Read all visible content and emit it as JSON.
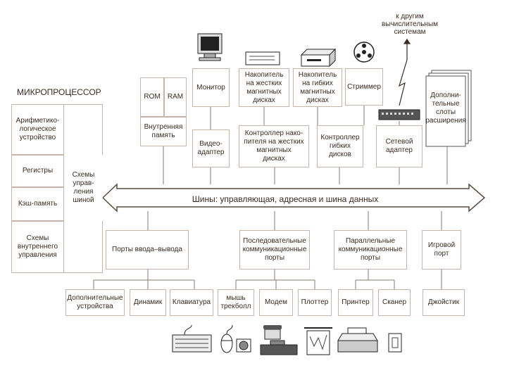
{
  "diagram": {
    "cpu": {
      "title": "МИКРОПРОЦЕССОР",
      "alu": "Арифметико-\nлогическое\nустройство",
      "registers": "Регистры",
      "cache": "Кэш-память",
      "internal_control": "Схемы\nвнутреннего\nуправления",
      "bus_control": "Схемы\nуправ-\nления\nшиной"
    },
    "memory": {
      "rom": "ROM",
      "ram": "RAM",
      "internal": "Внутренняя\nпамять"
    },
    "top_devices": {
      "monitor": "Монитор",
      "hdd": "Накопитель\nна жестких\nмагнитных\nдисках",
      "fdd": "Накопитель\nна гибких\nмагнитных\nдисках",
      "streamer": "Стриммер",
      "slots": "Дополни-\nтельные\nслоты\nрасширения"
    },
    "controllers": {
      "video": "Видео-\nадаптер",
      "hdd": "Контроллер нако-\nпителя на жестких\nмагнитных\nдисках",
      "fdd": "Контроллер\nгибких\nдисков",
      "network": "Сетевой\nадаптер"
    },
    "other_systems": "к другим\nвычислительным\nсистемам",
    "bus": "Шины: управляющая, адресная и шина данных",
    "ports": {
      "io": "Порты ввода–вывода",
      "serial": "Последовательные\nкоммуникационные\nпорты",
      "parallel": "Параллельные\nкоммуникационные\nпорты",
      "game": "Игровой\nпорт"
    },
    "peripherals": {
      "extra": "Дополнительные\nустройства",
      "speaker": "Динамик",
      "keyboard": "Клавиатура",
      "mouse": "мышь\nтрекболл",
      "modem": "Модем",
      "plotter": "Плоттер",
      "printer": "Принтер",
      "scanner": "Сканер",
      "joystick": "Джойстик"
    }
  }
}
